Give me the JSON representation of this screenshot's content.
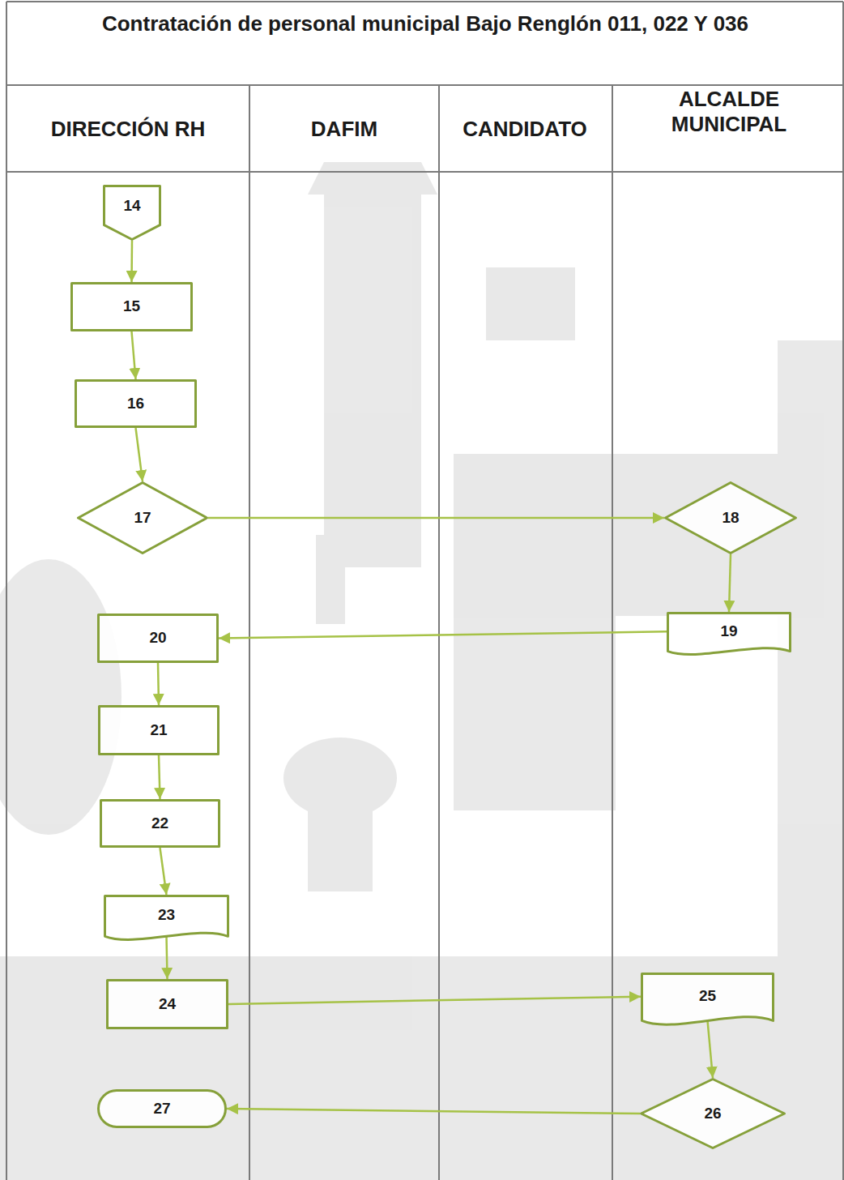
{
  "diagram": {
    "title": "Contratación de personal municipal Bajo Renglón 011, 022 Y 036",
    "nodes": [
      {
        "text": [
          "14"
        ]
      },
      {
        "text": [
          "15"
        ]
      },
      {
        "text": [
          "16"
        ]
      },
      {
        "text": [
          "17"
        ]
      },
      {
        "text": [
          "18"
        ]
      },
      {
        "text": [
          "19"
        ]
      },
      {
        "text": [
          "20"
        ]
      },
      {
        "text": [
          "21"
        ]
      },
      {
        "text": [
          "22"
        ]
      },
      {
        "text": [
          "23"
        ]
      },
      {
        "text": [
          "24"
        ]
      },
      {
        "text": [
          "25"
        ]
      },
      {
        "text": [
          "26"
        ]
      },
      {
        "text": [
          "27"
        ]
      }
    ],
    "edges": [
      {
        "from": 0,
        "to": 1,
        "arrow": "to"
      },
      {
        "from": 1,
        "to": 2,
        "arrow": "to"
      },
      {
        "from": 2,
        "to": 3,
        "arrow": "to"
      },
      {
        "from": 3,
        "to": 4,
        "arrow": "to"
      },
      {
        "from": 4,
        "to": 5,
        "arrow": "to"
      },
      {
        "from": 5,
        "to": 6,
        "arrow": "to"
      },
      {
        "from": 6,
        "to": 7,
        "arrow": "to"
      },
      {
        "from": 7,
        "to": 8,
        "arrow": "to"
      },
      {
        "from": 8,
        "to": 9,
        "arrow": "to"
      },
      {
        "from": 9,
        "to": 10,
        "arrow": "to"
      },
      {
        "from": 10,
        "to": 11,
        "arrow": "to"
      },
      {
        "from": 11,
        "to": 12,
        "arrow": "to"
      },
      {
        "from": 12,
        "to": 13,
        "arrow": "to"
      }
    ],
    "labels": [
      "DIRECCIÓN RH",
      "DAFIM",
      "CANDIDATO",
      "ALCALDE MUNICIPAL"
    ]
  }
}
